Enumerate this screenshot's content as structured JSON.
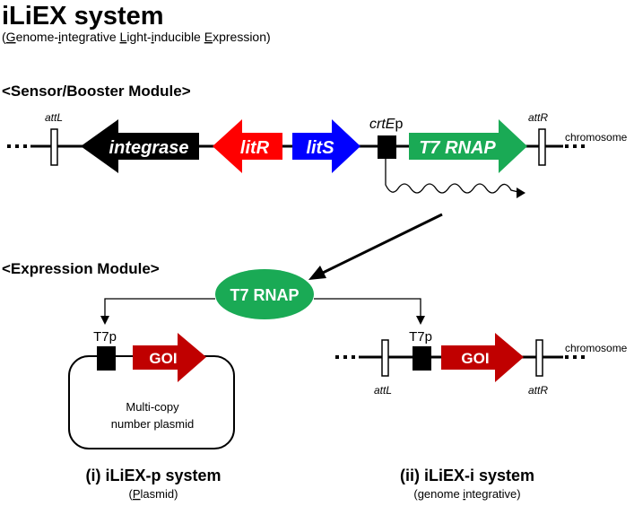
{
  "title": "iLiEX system",
  "subtitle": {
    "open": "(",
    "g": "G",
    "p1": "enome-",
    "i1": "i",
    "p2": "ntegrative ",
    "l": "L",
    "p3": "ight-",
    "i2": "i",
    "p4": "nducible ",
    "e": "E",
    "p5": "xpression)"
  },
  "sensor_module": {
    "heading": "<Sensor/Booster Module>",
    "attL": "attL",
    "attR": "attR",
    "integrase": "integrase",
    "litR": "litR",
    "litS": "litS",
    "crtE_italic": "crtE",
    "crtE_suffix": "p",
    "t7rnap": "T7 RNAP",
    "chromosome": "chromosome",
    "colors": {
      "integrase": "#000000",
      "litR": "#ff0000",
      "litS": "#0000ff",
      "t7rnap": "#1aaa55"
    }
  },
  "expression_module": {
    "heading": "<Expression Module>",
    "t7rnap": "T7 RNAP",
    "t7p_left": "T7p",
    "t7p_right": "T7p",
    "goi_left": "GOI",
    "goi_right": "GOI",
    "plasmid_line1": "Multi-copy",
    "plasmid_line2": "number plasmid",
    "attL": "attL",
    "attR": "attR",
    "chromosome": "chromosome",
    "colors": {
      "goi": "#c00000",
      "t7rnap": "#1aaa55"
    }
  },
  "system_p": {
    "title": "(i) iLiEX-p system",
    "sub_open": "(",
    "sub_letter": "P",
    "sub_rest": "lasmid)"
  },
  "system_i": {
    "title": "(ii) iLiEX-i system",
    "sub_pre": "(genome ",
    "sub_letter": "i",
    "sub_rest": "ntegrative)"
  }
}
